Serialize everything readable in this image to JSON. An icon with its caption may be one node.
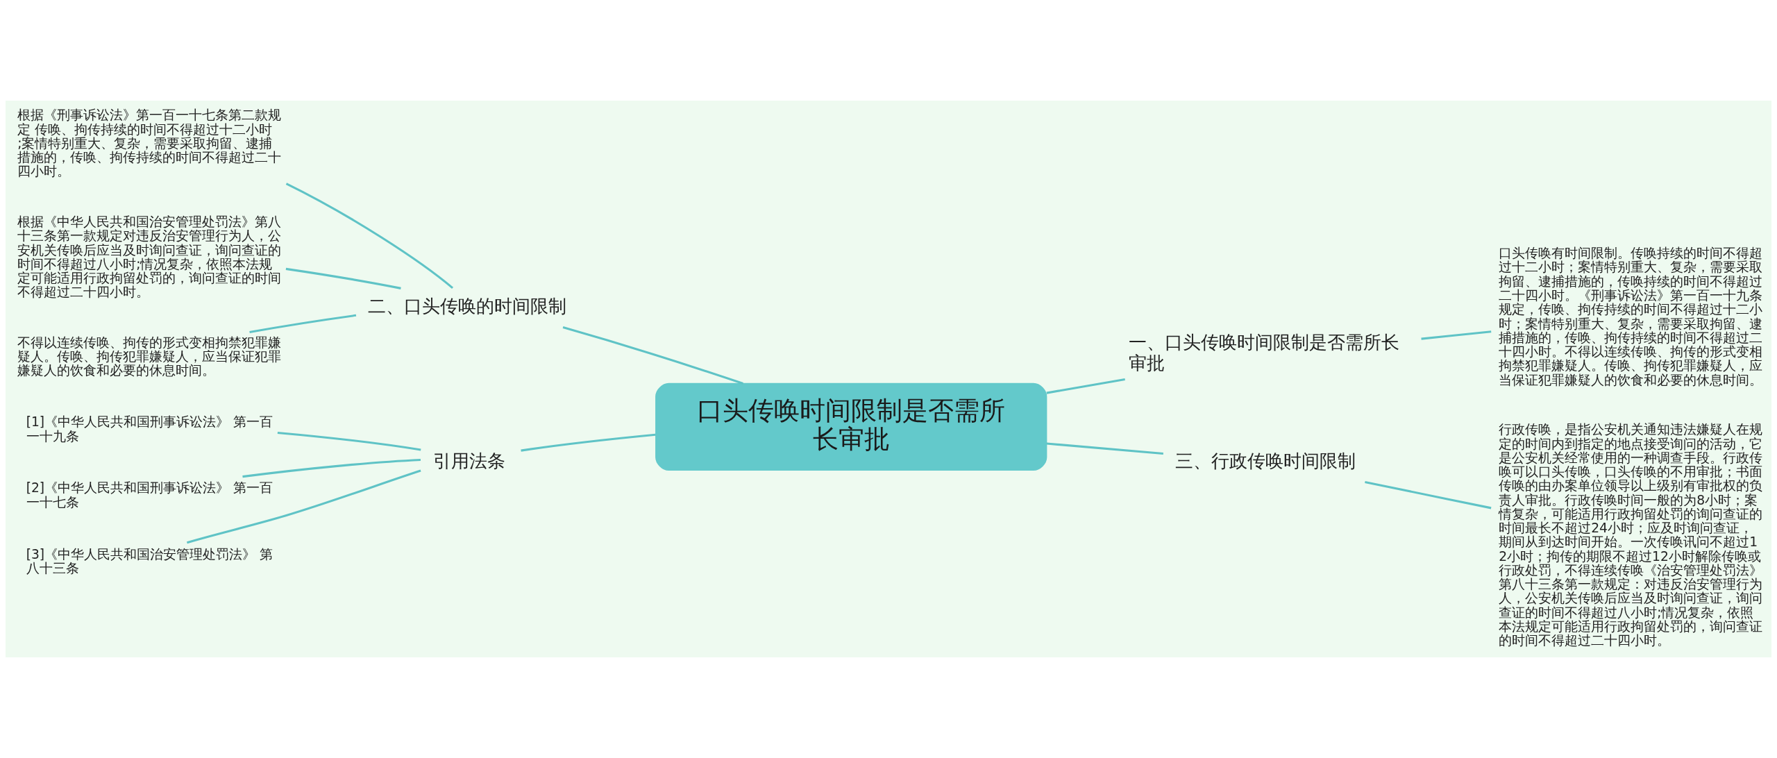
{
  "diagram": {
    "nodes": [
      {
        "text": [
          "口头传唤时间限制是否需所长审批"
        ]
      },
      {
        "text": [
          "一、口头传唤时间限制是否需所长审批"
        ]
      },
      {
        "text": [
          "口头传唤有时间限制。传唤持续的时间不得超过十二小时；案情特别重大、复杂，需要采取拘留、逮捕措施的，传唤持续的时间不得超过二十四小时。《刑事诉讼法》第一百一十九条规定，传唤、拘传持续的时间不得超过十二小时；案情特别重大、复杂，需要采取拘留、逮捕措施的，传唤、拘传持续的时间不得超过二十四小时。不得以连续传唤、拘传的形式变相拘禁犯罪嫌疑人。传唤、拘传犯罪嫌疑人，应当保证犯罪嫌疑人的饮食和必要的休息时间。"
        ]
      },
      {
        "text": [
          "二、口头传唤的时间限制"
        ]
      },
      {
        "text": [
          "根据《刑事诉讼法》第一百一十七条第二款规定 传唤、拘传持续的时间不得超过十二小时;案情特别重大、复杂，需要采取拘留、逮捕措施的，传唤、拘传持续的时间不得超过二十四小时。"
        ]
      },
      {
        "text": [
          "根据《中华人民共和国治安管理处罚法》第八十三条第一款规定对违反治安管理行为人，公安机关传唤后应当及时询问查证，询问查证的时间不得超过八小时;情况复杂，依照本法规定可能适用行政拘留处罚的，询问查证的时间不得超过二十四小时。"
        ]
      },
      {
        "text": [
          "不得以连续传唤、拘传的形式变相拘禁犯罪嫌疑人。传唤、拘传犯罪嫌疑人，应当保证犯罪嫌疑人的饮食和必要的休息时间。"
        ]
      },
      {
        "text": [
          "三、行政传唤时间限制"
        ]
      },
      {
        "text": [
          "行政传唤，是指公安机关通知违法嫌疑人在规定的时间内到指定的地点接受询问的活动，它是公安机关经常使用的一种调查手段。行政传唤可以口头传唤，口头传唤的不用审批；书面传唤的由办案单位领导以上级别有审批权的负责人审批。行政传唤时间一般的为8小时；案情复杂，可能适用行政拘留处罚的询问查证的时间最长不超过24小时；应及时询问查证，期间从到达时间开始。一次传唤讯问不超过12小时；拘传的期限不超过12小时解除传唤或行政处罚，不得连续传唤《治安管理处罚法》第八十三条第一款规定：对违反治安管理行为人，公安机关传唤后应当及时询问查证，询问查证的时间不得超过八小时;情况复杂，依照本法规定可能适用行政拘留处罚的，询问查证的时间不得超过二十四小时。"
        ]
      },
      {
        "text": [
          "引用法条"
        ]
      },
      {
        "text": [
          "[1]《中华人民共和国刑事诉讼法》 第一百一十九条"
        ]
      },
      {
        "text": [
          "[2]《中华人民共和国刑事诉讼法》 第一百一十七条"
        ]
      },
      {
        "text": [
          "[3]《中华人民共和国治安管理处罚法》 第八十三条"
        ]
      }
    ],
    "edges": [
      {
        "from": 0,
        "to": 1,
        "arrow": "none"
      },
      {
        "from": 1,
        "to": 2,
        "arrow": "none"
      },
      {
        "from": 0,
        "to": 3,
        "arrow": "none"
      },
      {
        "from": 3,
        "to": 4,
        "arrow": "none"
      },
      {
        "from": 3,
        "to": 5,
        "arrow": "none"
      },
      {
        "from": 3,
        "to": 6,
        "arrow": "none"
      },
      {
        "from": 0,
        "to": 7,
        "arrow": "none"
      },
      {
        "from": 7,
        "to": 8,
        "arrow": "none"
      },
      {
        "from": 0,
        "to": 9,
        "arrow": "none"
      },
      {
        "from": 9,
        "to": 10,
        "arrow": "none"
      },
      {
        "from": 9,
        "to": 11,
        "arrow": "none"
      },
      {
        "from": 9,
        "to": 12,
        "arrow": "none"
      }
    ]
  }
}
